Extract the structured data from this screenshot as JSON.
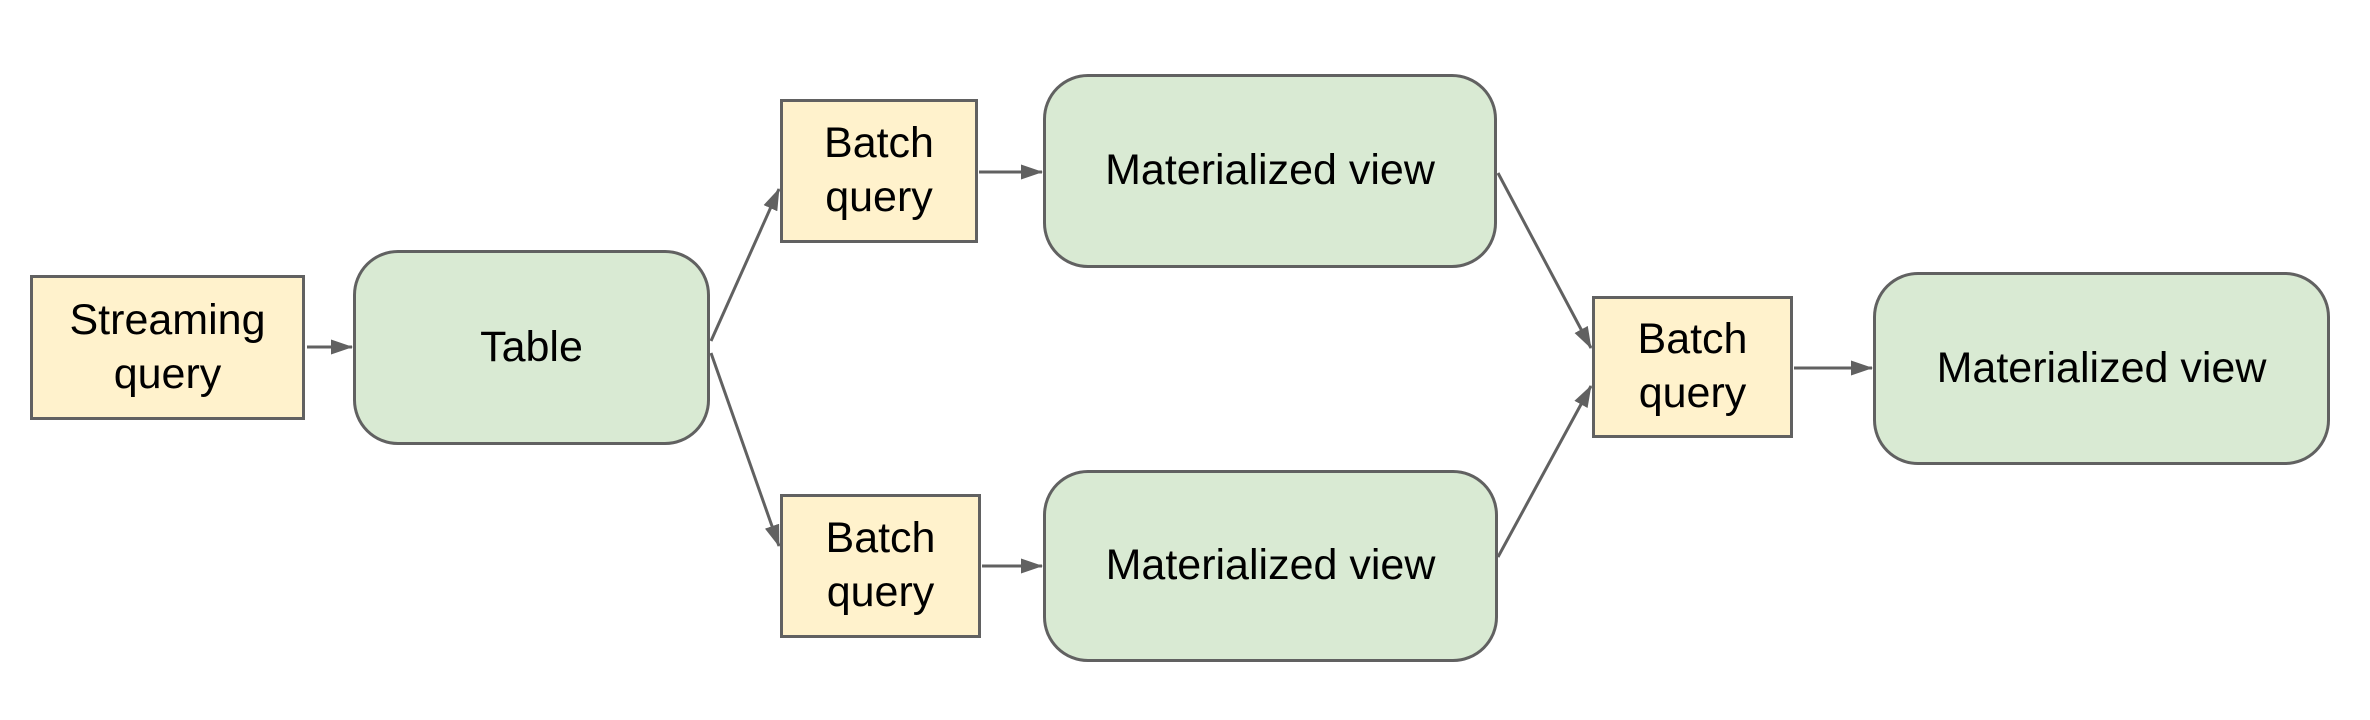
{
  "diagram": {
    "background": "#ffffff",
    "colors": {
      "query_fill": "#fff2cc",
      "artifact_fill": "#d9ead3",
      "border": "#616161",
      "arrow": "#616161",
      "text": "#000000"
    },
    "nodes": [
      {
        "id": "streaming-query",
        "label": "Streaming query",
        "kind": "query",
        "shape": "rectangle"
      },
      {
        "id": "table",
        "label": "Table",
        "kind": "artifact",
        "shape": "rounded"
      },
      {
        "id": "batch-query-top",
        "label": "Batch query",
        "kind": "query",
        "shape": "rectangle"
      },
      {
        "id": "materialized-view-top",
        "label": "Materialized view",
        "kind": "artifact",
        "shape": "rounded"
      },
      {
        "id": "batch-query-bottom",
        "label": "Batch query",
        "kind": "query",
        "shape": "rectangle"
      },
      {
        "id": "materialized-view-bottom",
        "label": "Materialized view",
        "kind": "artifact",
        "shape": "rounded"
      },
      {
        "id": "batch-query-final",
        "label": "Batch query",
        "kind": "query",
        "shape": "rectangle"
      },
      {
        "id": "materialized-view-final",
        "label": "Materialized view",
        "kind": "artifact",
        "shape": "rounded"
      }
    ],
    "edges": [
      {
        "from": "streaming-query",
        "to": "table"
      },
      {
        "from": "table",
        "to": "batch-query-top"
      },
      {
        "from": "table",
        "to": "batch-query-bottom"
      },
      {
        "from": "batch-query-top",
        "to": "materialized-view-top"
      },
      {
        "from": "batch-query-bottom",
        "to": "materialized-view-bottom"
      },
      {
        "from": "materialized-view-top",
        "to": "batch-query-final"
      },
      {
        "from": "materialized-view-bottom",
        "to": "batch-query-final"
      },
      {
        "from": "batch-query-final",
        "to": "materialized-view-final"
      }
    ]
  }
}
